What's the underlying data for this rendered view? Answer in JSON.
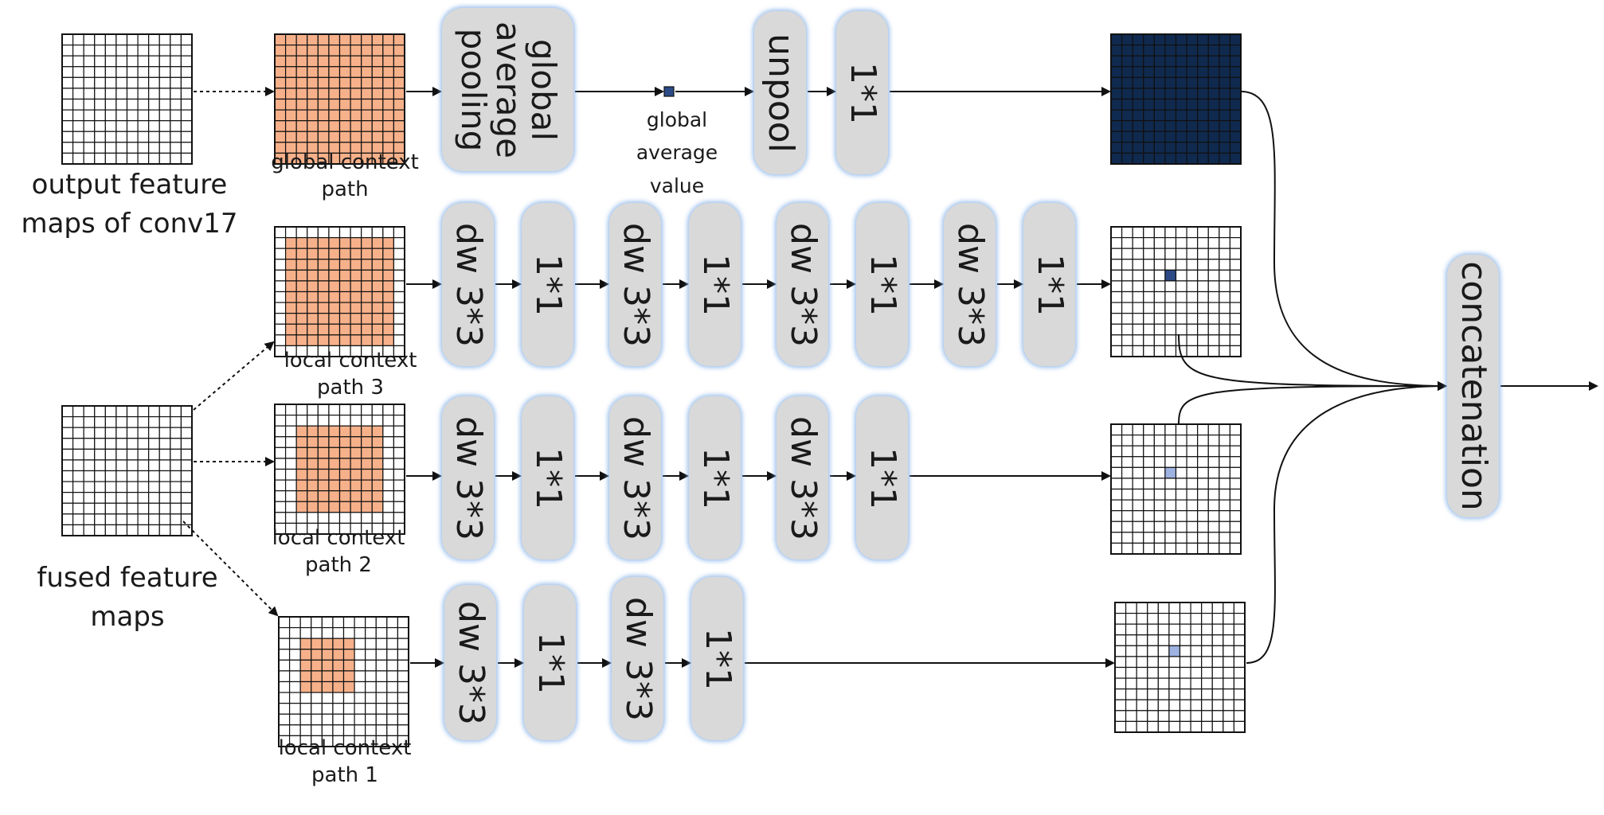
{
  "labels": {
    "conv17": [
      "output feature",
      "maps of conv17"
    ],
    "fused": [
      "fused feature",
      "maps"
    ],
    "global_path": [
      "global context",
      "path"
    ],
    "local_path_3": [
      "local context",
      "path 3"
    ],
    "local_path_2": [
      "local context",
      "path 2"
    ],
    "local_path_1": [
      "local context",
      "path 1"
    ],
    "global_value": [
      "global",
      "average",
      "value"
    ]
  },
  "ops": {
    "global_average_pooling": [
      "global",
      "average",
      "pooling"
    ],
    "unpool": "unpool",
    "conv1x1": "1*1",
    "dw3x3": "dw 3*3",
    "concatenation": "concatenation"
  },
  "colors": {
    "orange": "#f7b18a",
    "dark_navy": "#102a4f",
    "cell_blue_dark": "#2b4a86",
    "cell_blue_mid": "#5c80c4",
    "cell_blue_light": "#9fb3e3",
    "op_fill": "#d9d9d9",
    "op_glow": "#8ab6ea"
  }
}
